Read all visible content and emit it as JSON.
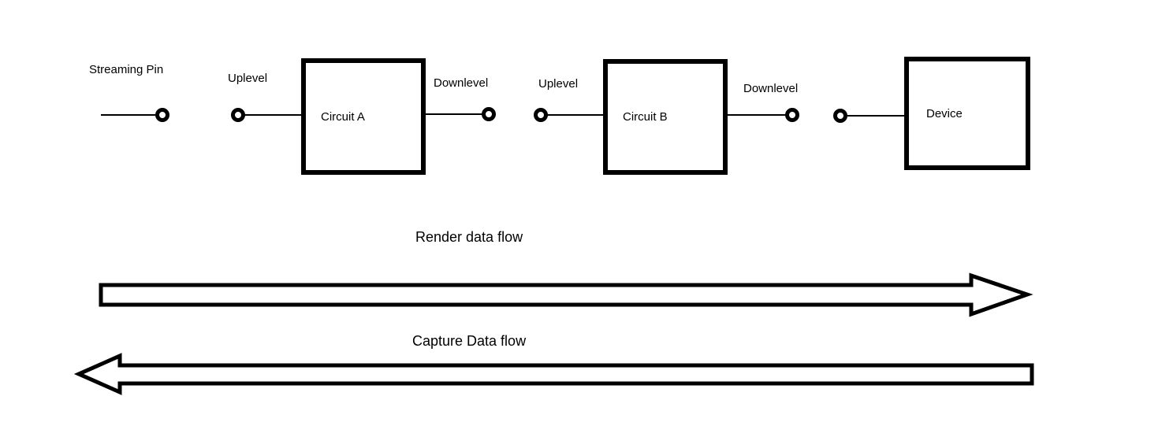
{
  "diagram": {
    "colors": {
      "ink": "#000000",
      "background": "#ffffff"
    },
    "pin_labels": {
      "streaming_pin": "Streaming Pin",
      "uplevel_a": "Uplevel",
      "downlevel_a": "Downlevel",
      "uplevel_b": "Uplevel",
      "downlevel_b": "Downlevel"
    },
    "boxes": {
      "circuit_a": "Circuit A",
      "circuit_b": "Circuit B",
      "device": "Device"
    },
    "flows": {
      "render": {
        "label": "Render data flow",
        "direction": "right"
      },
      "capture": {
        "label": "Capture Data flow",
        "direction": "left"
      }
    }
  }
}
